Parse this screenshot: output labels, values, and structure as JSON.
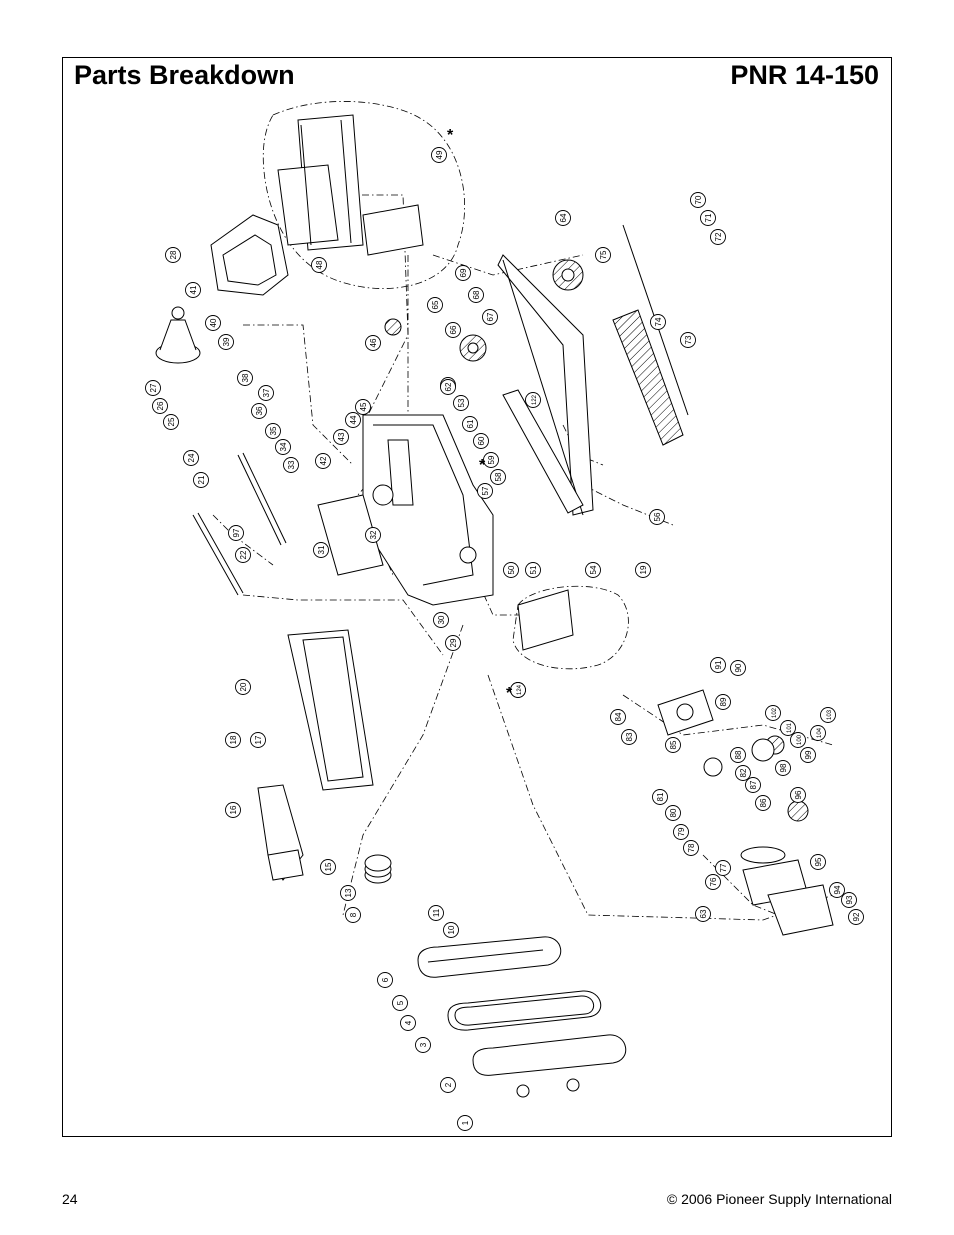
{
  "header": {
    "title": "Parts Breakdown",
    "model": "PNR 14-150"
  },
  "footer": {
    "page_number": "24",
    "copyright": "© 2006 Pioneer Supply International"
  },
  "diagram": {
    "callouts": [
      "1",
      "2",
      "3",
      "4",
      "5",
      "6",
      "8",
      "10",
      "11",
      "13",
      "15",
      "16",
      "17",
      "18",
      "19",
      "20",
      "21",
      "22",
      "24",
      "25",
      "26",
      "27",
      "28",
      "29",
      "30",
      "31",
      "32",
      "33",
      "34",
      "35",
      "36",
      "37",
      "38",
      "39",
      "40",
      "41",
      "42",
      "43",
      "44",
      "45",
      "46",
      "48",
      "49",
      "50",
      "51",
      "52",
      "53",
      "54",
      "56",
      "57",
      "58",
      "59",
      "60",
      "61",
      "62",
      "63",
      "64",
      "65",
      "66",
      "67",
      "68",
      "69",
      "70",
      "71",
      "72",
      "73",
      "74",
      "75",
      "76",
      "77",
      "78",
      "79",
      "80",
      "81",
      "82",
      "83",
      "84",
      "85",
      "86",
      "87",
      "88",
      "89",
      "90",
      "91",
      "92",
      "93",
      "94",
      "95",
      "96",
      "97",
      "98",
      "99",
      "100",
      "101",
      "102",
      "103",
      "104",
      "122",
      "123",
      "124"
    ],
    "asterisk": "*"
  }
}
